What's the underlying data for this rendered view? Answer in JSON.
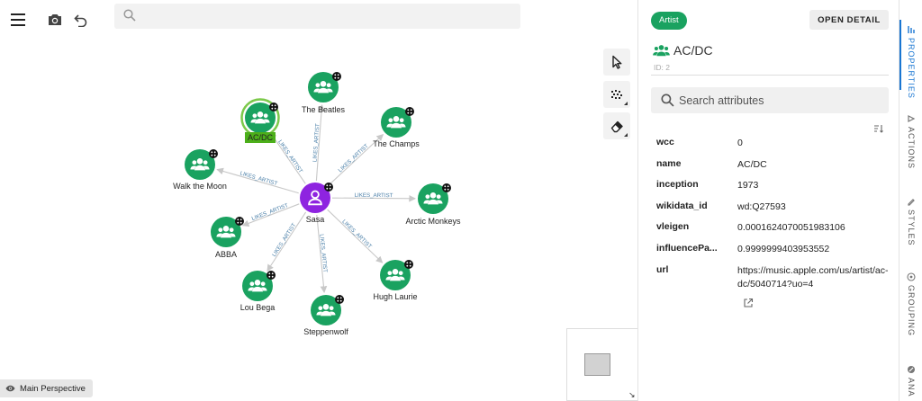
{
  "toolbar": {
    "menu_icon": "hamburger-menu-icon",
    "camera_icon": "camera-icon",
    "undo_icon": "undo-icon",
    "search_placeholder": ""
  },
  "graph": {
    "nodes": [
      {
        "id": "acdc",
        "label": "AC/DC",
        "selected": true
      },
      {
        "id": "beatles",
        "label": "The Beatles"
      },
      {
        "id": "champs",
        "label": "The Champs"
      },
      {
        "id": "walk",
        "label": "Walk the Moon"
      },
      {
        "id": "arctic",
        "label": "Arctic Monkeys"
      },
      {
        "id": "abba",
        "label": "ABBA"
      },
      {
        "id": "lou",
        "label": "Lou Bega"
      },
      {
        "id": "steppen",
        "label": "Steppenwolf"
      },
      {
        "id": "hugh",
        "label": "Hugh Laurie"
      },
      {
        "id": "sasa",
        "label": "Sasa",
        "center": true
      }
    ],
    "edge_label": "LIKES_ARTIST",
    "colors": {
      "artist": "#1aa260",
      "person": "#8e24e0",
      "selected_label_bg": "#4caf1a",
      "edge_label": "#4a7fa8"
    }
  },
  "tools": [
    "select-pointer-icon",
    "lasso-select-icon",
    "eraser-icon"
  ],
  "perspective": {
    "label": "Main Perspective",
    "icon": "eye-icon"
  },
  "panel": {
    "category": "Artist",
    "open_detail": "OPEN DETAIL",
    "title": "AC/DC",
    "id_text": "ID: 2",
    "search_placeholder": "Search attributes",
    "attributes": [
      {
        "key": "wcc",
        "value": "0"
      },
      {
        "key": "name",
        "value": "AC/DC"
      },
      {
        "key": "inception",
        "value": "1973"
      },
      {
        "key": "wikidata_id",
        "value": "wd:Q27593"
      },
      {
        "key": "vleigen",
        "value": "0.0001624070051983106"
      },
      {
        "key": "influencePa...",
        "value": "0.9999999403953552"
      },
      {
        "key": "url",
        "value": "https://music.apple.com/us/artist/ac-dc/5040714?uo=4"
      }
    ]
  },
  "vtabs": [
    {
      "label": "PROPERTIES",
      "icon": "properties-icon",
      "active": true
    },
    {
      "label": "ACTIONS",
      "icon": "actions-icon"
    },
    {
      "label": "STYLES",
      "icon": "styles-icon"
    },
    {
      "label": "GROUPING",
      "icon": "grouping-icon"
    },
    {
      "label": "ANA",
      "icon": "analytics-icon"
    }
  ]
}
